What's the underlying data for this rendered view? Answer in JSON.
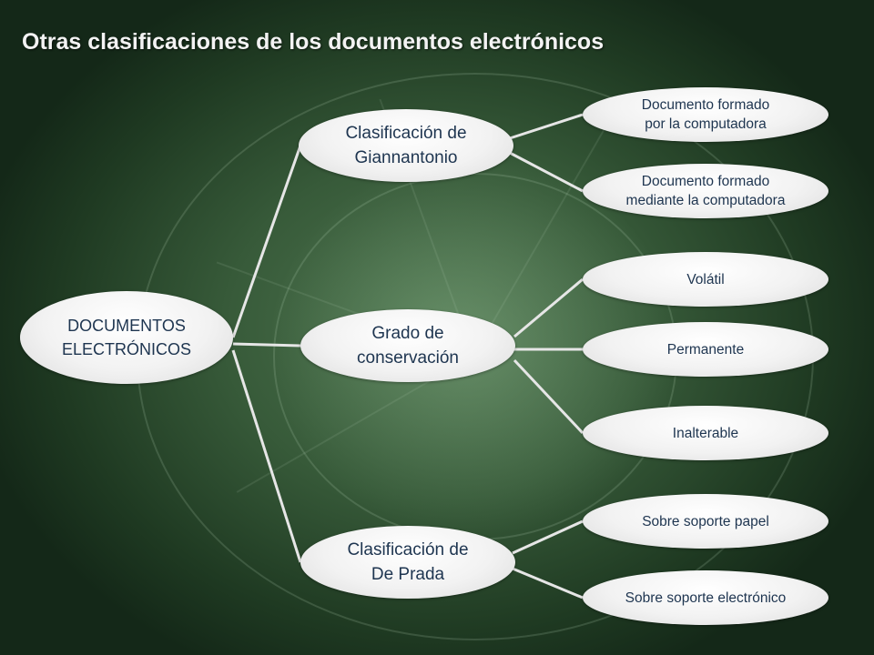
{
  "title": "Otras clasificaciones de los documentos electrónicos",
  "colors": {
    "background": "#3a5c3c",
    "node_fill": "#f2f2f2",
    "node_text": "#1e3550",
    "connector": "#e6e6e6",
    "title_text": "#f3f3f3"
  },
  "diagram": {
    "root": {
      "lines": [
        "DOCUMENTOS",
        "ELECTRÓNICOS"
      ]
    },
    "categories": [
      {
        "lines": [
          "Clasificación de",
          "Giannantonio"
        ],
        "children": [
          {
            "lines": [
              "Documento formado",
              "por la computadora"
            ]
          },
          {
            "lines": [
              "Documento formado",
              "mediante la computadora"
            ]
          }
        ]
      },
      {
        "lines": [
          "Grado de",
          "conservación"
        ],
        "children": [
          {
            "lines": [
              "Volátil"
            ]
          },
          {
            "lines": [
              "Permanente"
            ]
          },
          {
            "lines": [
              "Inalterable"
            ]
          }
        ]
      },
      {
        "lines": [
          "Clasificación de",
          "De Prada"
        ],
        "children": [
          {
            "lines": [
              "Sobre soporte papel"
            ]
          },
          {
            "lines": [
              "Sobre soporte electrónico"
            ]
          }
        ]
      }
    ]
  }
}
